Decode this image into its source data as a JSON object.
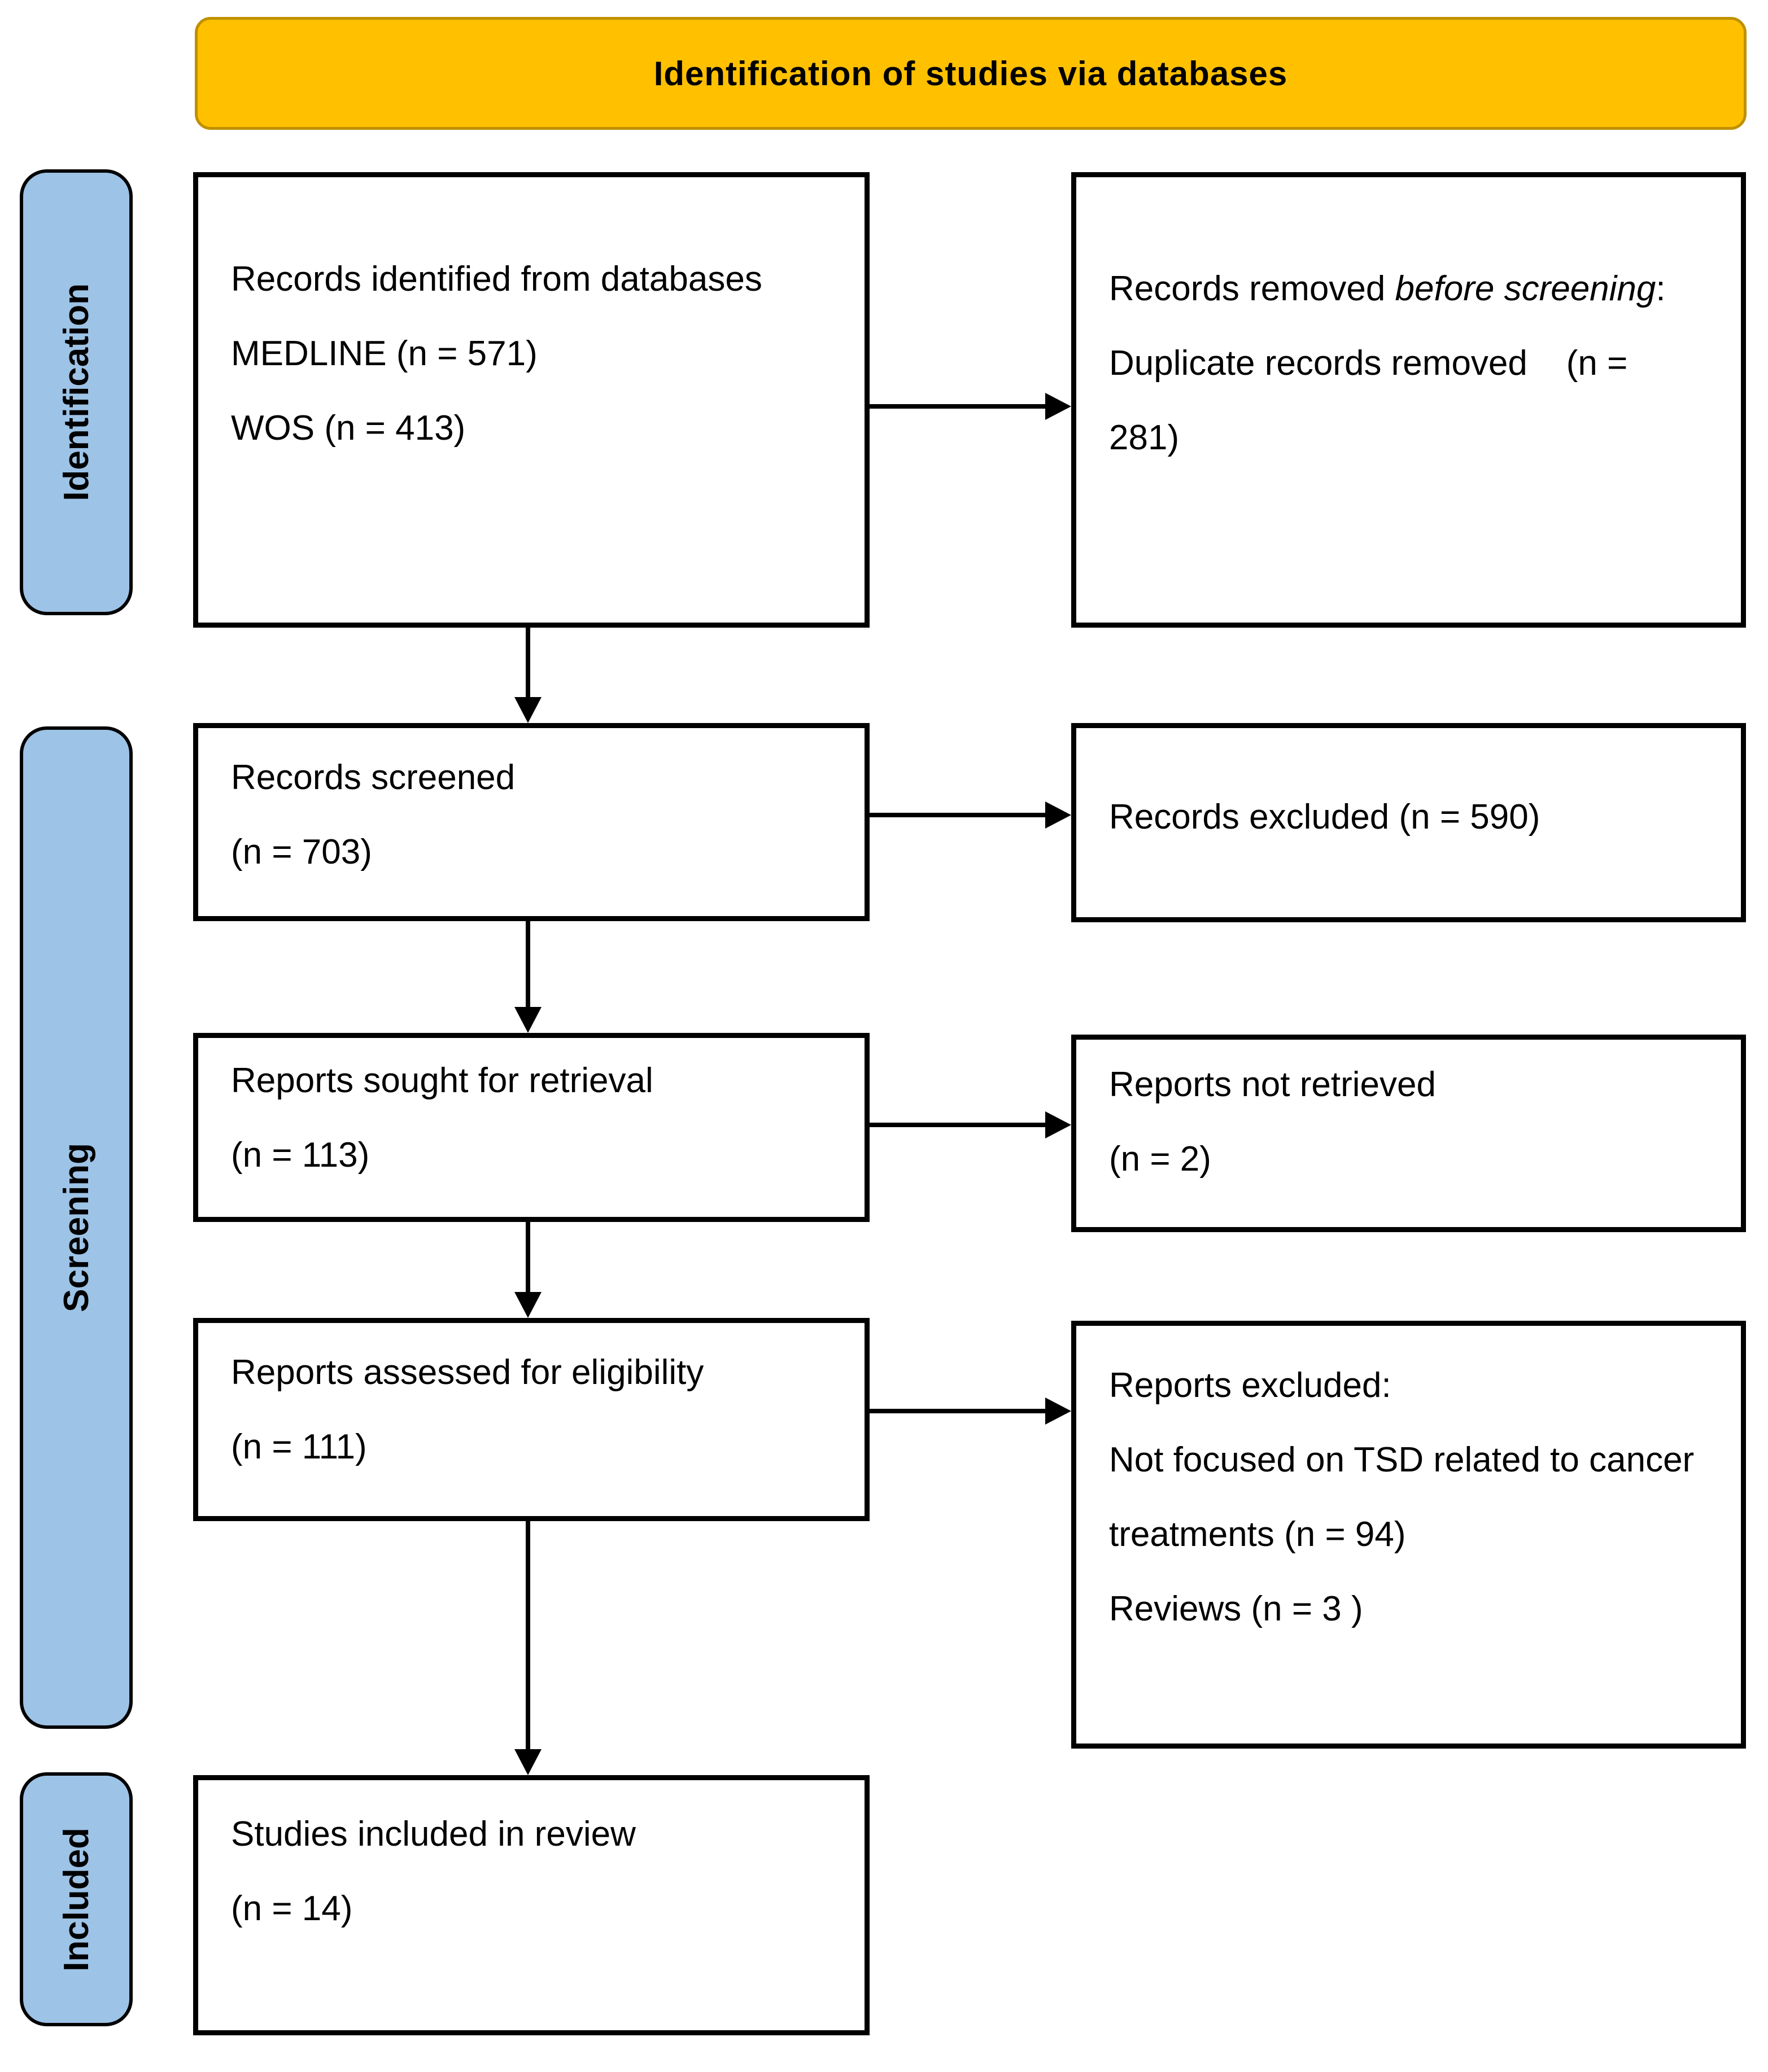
{
  "banner": {
    "title": "Identification of studies via databases"
  },
  "sidebar": {
    "identification": "Identification",
    "screening": "Screening",
    "included": "Included"
  },
  "boxes": {
    "records_identified": {
      "line1": "Records identified from databases",
      "line2": "MEDLINE (n = 571)",
      "line3": "WOS (n = 413)"
    },
    "records_removed": {
      "prefix": "Records removed ",
      "italic": "before screening",
      "suffix": ":",
      "line2": "Duplicate records removed    (n =",
      "line3": "281)"
    },
    "records_screened": {
      "line1": "Records screened",
      "line2": "(n = 703)"
    },
    "records_excluded": {
      "line1": "Records excluded (n = 590)"
    },
    "reports_sought": {
      "line1": "Reports sought for retrieval",
      "line2": "(n = 113)"
    },
    "reports_not_retrieved": {
      "line1": "Reports not retrieved",
      "line2": "(n = 2)"
    },
    "reports_assessed": {
      "line1": "Reports assessed for eligibility",
      "line2": "(n = 111)"
    },
    "reports_excluded": {
      "line1": "Reports excluded:",
      "line2": "Not focused on TSD related to cancer",
      "line3": "treatments (n = 94)",
      "line4": "Reviews (n = 3 )"
    },
    "studies_included": {
      "line1": "Studies included in review",
      "line2": "(n = 14)"
    }
  },
  "colors": {
    "banner_fill": "#FFC000",
    "banner_border": "#BF9000",
    "sidebar_fill": "#9DC3E6",
    "sidebar_border": "#000000",
    "box_border": "#000000",
    "arrow_color": "#000000"
  }
}
